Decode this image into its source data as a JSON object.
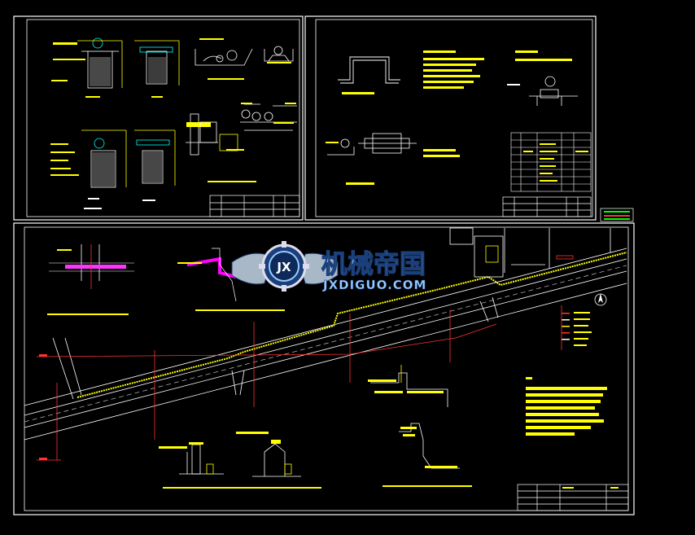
{
  "watermark": {
    "logo_letters": "JX",
    "title": "机械帝国",
    "subtitle": "JXDIGUO.COM"
  },
  "colors": {
    "background": "#000000",
    "frame": "#ffffff",
    "annotation": "#ffff00",
    "section_line": "#ff3030",
    "pipe": "#ff33ff",
    "pipe_alt": "#ff00ff",
    "road": "#ffffff",
    "cable": "#00ffff",
    "legend_green": "#00ff00",
    "watermark_fill": "#7ab8ff",
    "watermark_stroke": "#1a3f7a"
  },
  "icons": [
    "north-arrow-icon",
    "logo-gear-icon"
  ]
}
